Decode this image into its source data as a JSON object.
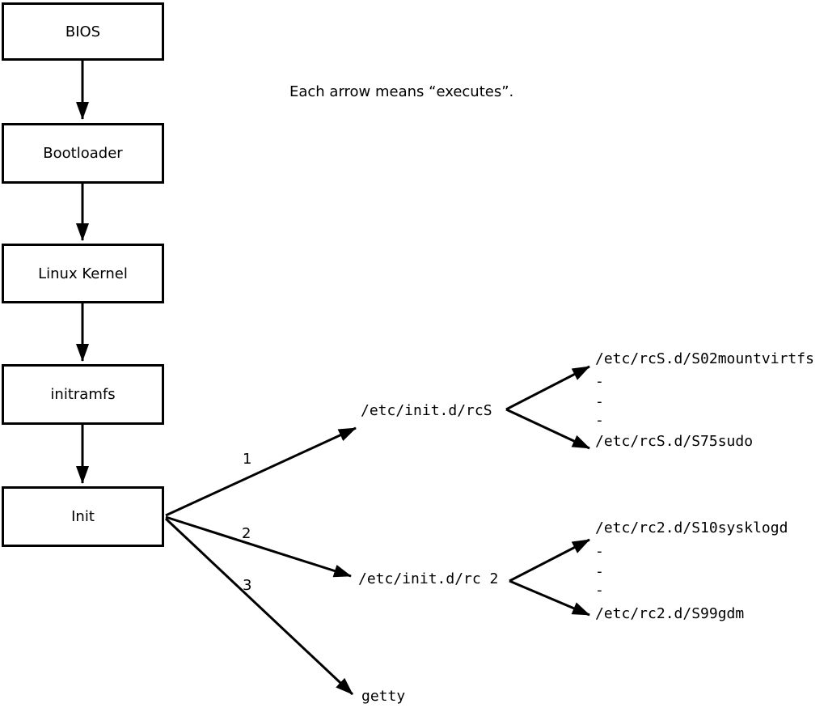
{
  "diagram": {
    "note": "Each arrow means “executes”.",
    "colors": {
      "foreground": "#000000",
      "background": "#ffffff"
    },
    "chain": [
      {
        "label": "BIOS"
      },
      {
        "label": "Bootloader"
      },
      {
        "label": "Linux Kernel"
      },
      {
        "label": "initramfs"
      },
      {
        "label": "Init"
      }
    ],
    "init_branches": [
      {
        "order": "1",
        "target": "/etc/init.d/rcS",
        "children": [
          "/etc/rcS.d/S02mountvirtfs",
          "-",
          "-",
          "-",
          "/etc/rcS.d/S75sudo"
        ]
      },
      {
        "order": "2",
        "target": "/etc/init.d/rc 2",
        "children": [
          "/etc/rc2.d/S10sysklogd",
          "-",
          "-",
          "-",
          "/etc/rc2.d/S99gdm"
        ]
      },
      {
        "order": "3",
        "target": "getty",
        "children": []
      }
    ]
  }
}
